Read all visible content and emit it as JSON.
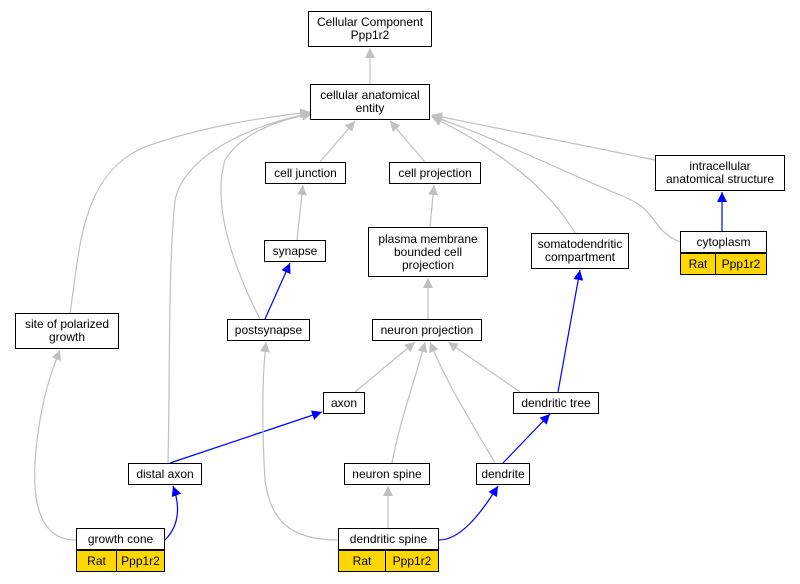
{
  "colors": {
    "is_a": "#c0c0c0",
    "part_of": "#0000ff",
    "annotation": "#ffd700"
  },
  "nodes": {
    "root": "Cellular Component\nPpp1r2",
    "cae": "cellular anatomical\nentity",
    "cell_junction": "cell junction",
    "cell_projection": "cell projection",
    "intracellular": "intracellular\nanatomical structure",
    "synapse": "synapse",
    "pmbcp": "plasma membrane\nbounded cell\nprojection",
    "somatodendritic": "somatodendritic\ncompartment",
    "cytoplasm": "cytoplasm",
    "site_polarized": "site of polarized\ngrowth",
    "postsynapse": "postsynapse",
    "neuron_projection": "neuron projection",
    "axon": "axon",
    "dendritic_tree": "dendritic tree",
    "distal_axon": "distal axon",
    "neuron_spine": "neuron spine",
    "dendrite": "dendrite",
    "growth_cone": "growth cone",
    "dendritic_spine": "dendritic spine"
  },
  "annotations": {
    "cytoplasm": {
      "species": "Rat",
      "gene": "Ppp1r2"
    },
    "growth_cone": {
      "species": "Rat",
      "gene": "Ppp1r2"
    },
    "dendritic_spine": {
      "species": "Rat",
      "gene": "Ppp1r2"
    }
  }
}
